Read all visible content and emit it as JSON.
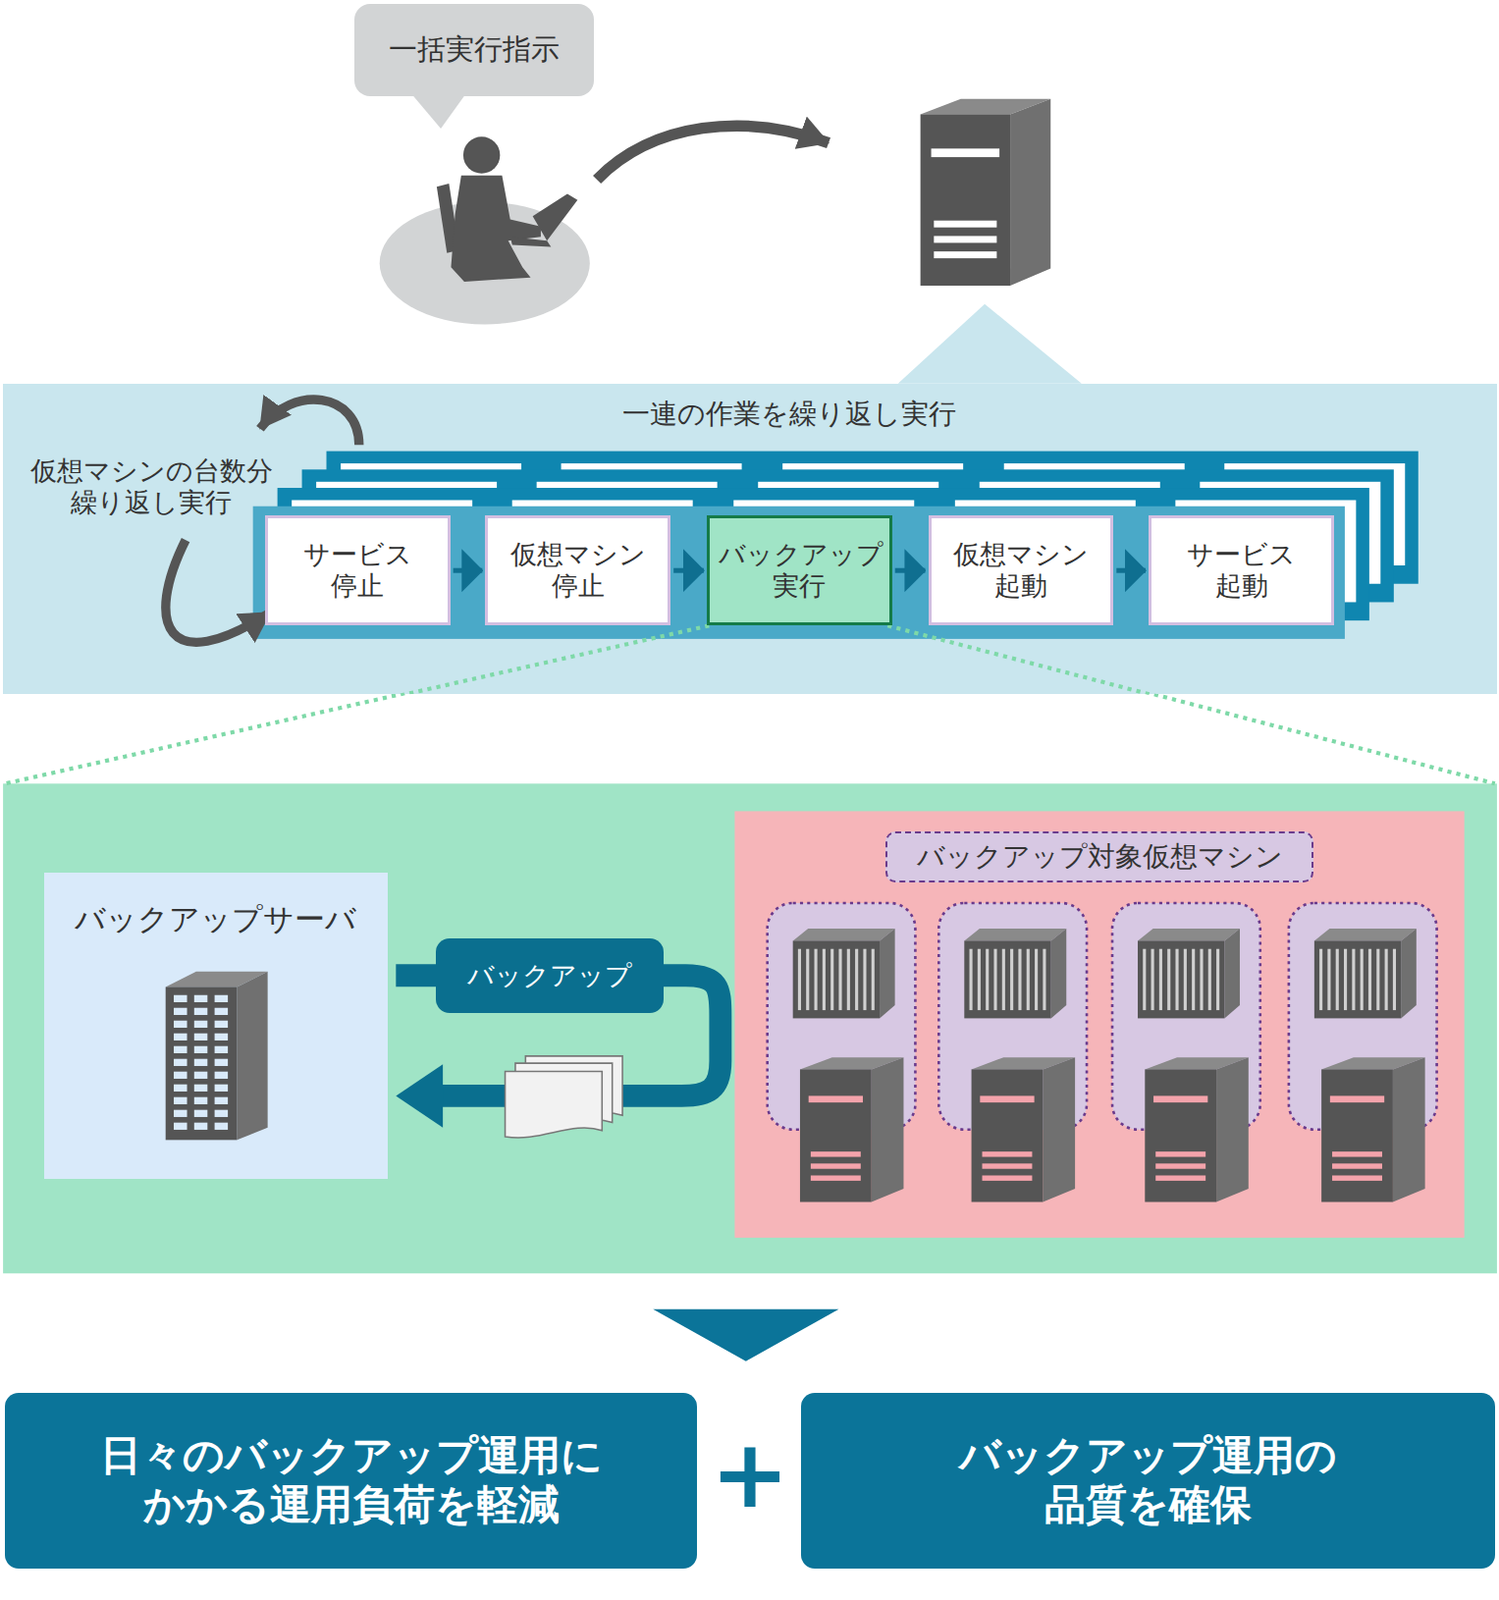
{
  "diagram": {
    "nodes": [
      {
        "text": [
          "一括実行指示"
        ]
      },
      {
        "text": [
          "一連の作業を繰り返し実行",
          "仮想マシンの台数分 繰り返し実行"
        ]
      },
      {
        "text": [
          "サービス 停止"
        ],
        "in": 1
      },
      {
        "text": [
          "仮想マシン 停止"
        ],
        "in": 1
      },
      {
        "text": [
          "バックアップ 実行"
        ],
        "in": 1
      },
      {
        "text": [
          "仮想マシン 起動"
        ],
        "in": 1
      },
      {
        "text": [
          "サービス 起動"
        ],
        "in": 1
      },
      {
        "text": [
          "バックアップサーバ"
        ]
      },
      {
        "text": [
          "バックアップ対象仮想マシン"
        ]
      },
      {
        "text": [
          "バックアップ"
        ]
      },
      {
        "text": [
          "日々のバックアップ運用に かかる運用負荷を軽減"
        ]
      },
      {
        "text": [
          "バックアップ運用の 品質を確保"
        ]
      }
    ],
    "edges": [
      {
        "from": 2,
        "to": 3,
        "arrow": "to"
      },
      {
        "from": 3,
        "to": 4,
        "arrow": "to"
      },
      {
        "from": 4,
        "to": 5,
        "arrow": "to"
      },
      {
        "from": 5,
        "to": 6,
        "arrow": "to"
      }
    ],
    "labels": [
      "+"
    ]
  }
}
